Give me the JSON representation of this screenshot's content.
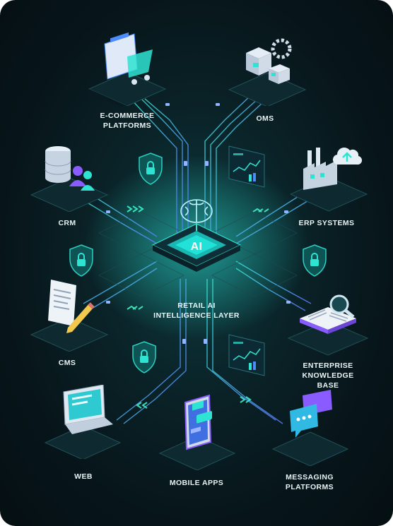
{
  "center": {
    "badge": "AI",
    "label": "RETAIL AI\nINTELLIGENCE LAYER"
  },
  "nodes": [
    {
      "id": "ecommerce",
      "label": "E-COMMERCE\nPLATFORMS",
      "icon": "shopping-cart-icon"
    },
    {
      "id": "oms",
      "label": "OMS",
      "icon": "boxes-gear-icon"
    },
    {
      "id": "crm",
      "label": "CRM",
      "icon": "database-users-icon"
    },
    {
      "id": "erp",
      "label": "ERP SYSTEMS",
      "icon": "factory-cloud-icon"
    },
    {
      "id": "cms",
      "label": "CMS",
      "icon": "document-pencil-icon"
    },
    {
      "id": "kb",
      "label": "ENTERPRISE\nKNOWLEDGE BASE",
      "icon": "book-magnifier-icon"
    },
    {
      "id": "web",
      "label": "WEB",
      "icon": "laptop-icon"
    },
    {
      "id": "mobile",
      "label": "MOBILE APPS",
      "icon": "smartphone-icon"
    },
    {
      "id": "messaging",
      "label": "MESSAGING\nPLATFORMS",
      "icon": "chat-bubbles-icon"
    }
  ],
  "colors": {
    "accent": "#2fe3d2",
    "accent_blue": "#4d8cff",
    "violet": "#8a5cff",
    "bg": "#07151a"
  }
}
